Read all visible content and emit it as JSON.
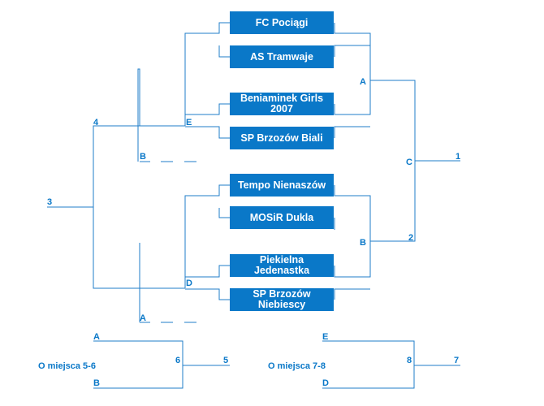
{
  "colors": {
    "accent": "#0a78c8",
    "line": "#1f7ec9",
    "team_text": "#ffffff"
  },
  "teams": [
    {
      "label": "FC Pociągi"
    },
    {
      "label": "AS Tramwaje"
    },
    {
      "label": "Beniaminek Girls 2007"
    },
    {
      "label": "SP Brzozów Biali"
    },
    {
      "label": "Tempo Nienaszów"
    },
    {
      "label": "MOSiR Dukla"
    },
    {
      "label": "Piekielna Jedenastka"
    },
    {
      "label": "SP Brzozów Niebiescy"
    }
  ],
  "match_labels": {
    "a_top": "A",
    "b_right": "B",
    "c_final": "C",
    "final_winner": "1",
    "final_loser": "2",
    "third_place_winner": "3",
    "semi_left_top": "4",
    "e_left": "E",
    "b_left": "B",
    "d_left": "D",
    "a_left": "A"
  },
  "placement_5_6": {
    "title": "O miejsca 5-6",
    "top_seed": "A",
    "bottom_seed": "B",
    "match": "6",
    "winner": "5"
  },
  "placement_7_8": {
    "title": "O miejsca 7-8",
    "top_seed": "E",
    "bottom_seed": "D",
    "match": "8",
    "winner": "7"
  }
}
